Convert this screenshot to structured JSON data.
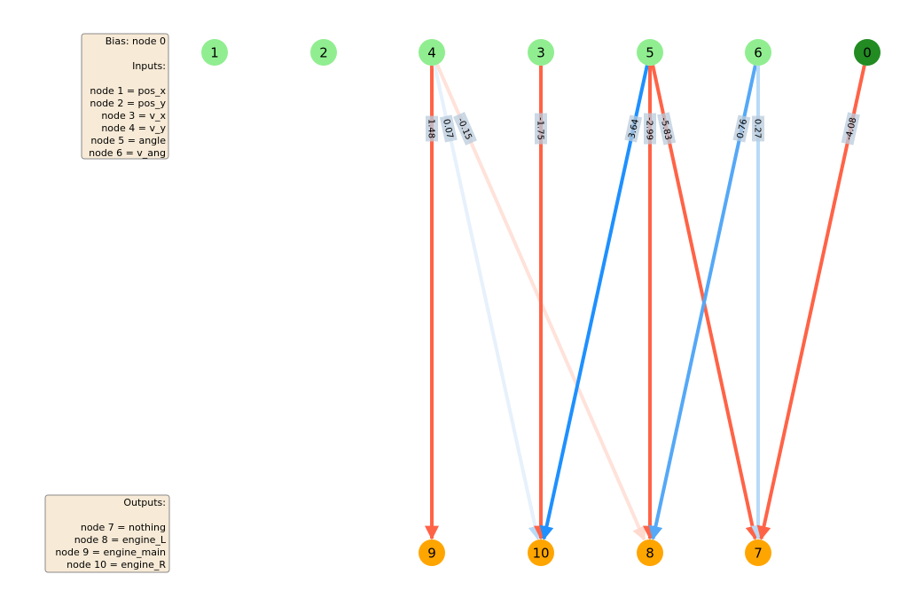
{
  "legend_top": {
    "lines": [
      "Bias: node 0",
      "",
      "Inputs:",
      "",
      "node 1 = pos_x",
      "node 2 = pos_y",
      "node 3 = v_x",
      "node 4 = v_y",
      "node 5 = angle",
      "node 6 = v_ang"
    ]
  },
  "legend_bottom": {
    "lines": [
      "Outputs:",
      "",
      "node 7 = nothing",
      "node 8 = engine_L",
      "node 9 = engine_main",
      "node 10 = engine_R"
    ]
  },
  "colors": {
    "input_node": "#90ee90",
    "bias_node": "#228b22",
    "output_node": "#ffa500",
    "positive_edge": "#ff6347",
    "negative_edge": "#1e90ff"
  },
  "nodes": [
    {
      "id": "1",
      "role": "input"
    },
    {
      "id": "2",
      "role": "input"
    },
    {
      "id": "4",
      "role": "input"
    },
    {
      "id": "3",
      "role": "input"
    },
    {
      "id": "5",
      "role": "input"
    },
    {
      "id": "6",
      "role": "input"
    },
    {
      "id": "0",
      "role": "bias"
    },
    {
      "id": "9",
      "role": "output"
    },
    {
      "id": "10",
      "role": "output"
    },
    {
      "id": "8",
      "role": "output"
    },
    {
      "id": "7",
      "role": "output"
    }
  ],
  "edges": [
    {
      "from": "4",
      "to": "9",
      "weight": "1.48",
      "color": "#ff6347",
      "opacity": 1.0
    },
    {
      "from": "4",
      "to": "10",
      "weight": "0.07",
      "color": "#cfe4fa",
      "opacity": 0.5
    },
    {
      "from": "4",
      "to": "8",
      "weight": "-0.15",
      "color": "#ffd8ce",
      "opacity": 0.75
    },
    {
      "from": "3",
      "to": "10",
      "weight": "-1.75",
      "color": "#ff6347",
      "opacity": 1.0
    },
    {
      "from": "5",
      "to": "10",
      "weight": "3.64",
      "color": "#1e90ff",
      "opacity": 1.0
    },
    {
      "from": "5",
      "to": "8",
      "weight": "-2.99",
      "color": "#ff6347",
      "opacity": 1.0
    },
    {
      "from": "5",
      "to": "7",
      "weight": "-5.83",
      "color": "#ff6347",
      "opacity": 1.0
    },
    {
      "from": "6",
      "to": "8",
      "weight": "0.76",
      "color": "#55a8f7",
      "opacity": 1.0
    },
    {
      "from": "6",
      "to": "7",
      "weight": "0.27",
      "color": "#b8daf7",
      "opacity": 1.0
    },
    {
      "from": "0",
      "to": "7",
      "weight": "-4.08",
      "color": "#ff6347",
      "opacity": 1.0
    }
  ]
}
